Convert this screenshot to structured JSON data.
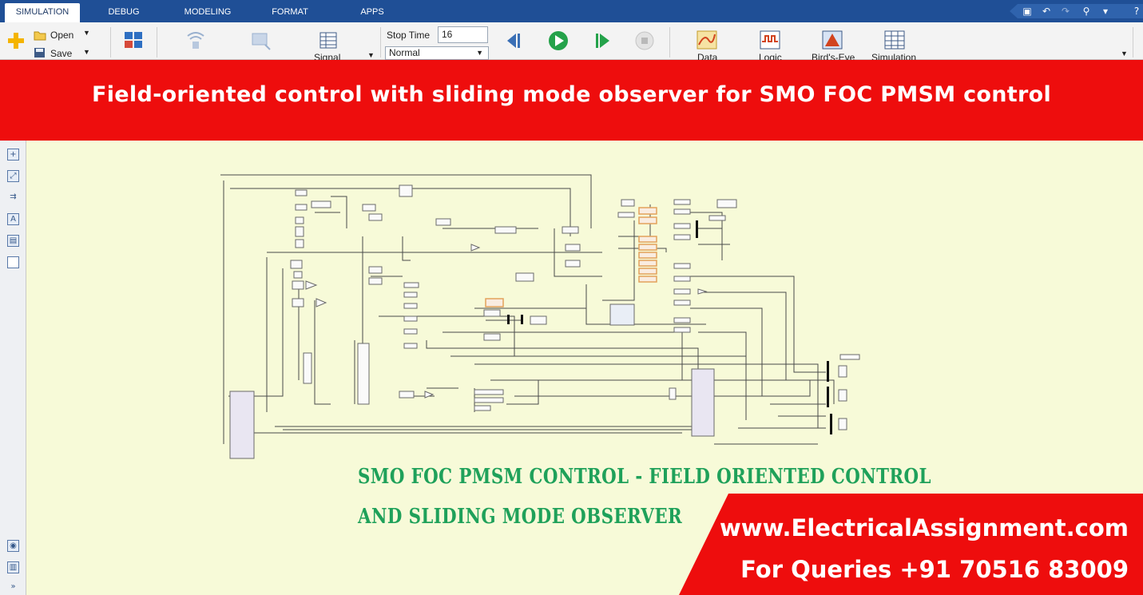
{
  "tabs": [
    "SIMULATION",
    "DEBUG",
    "MODELING",
    "FORMAT",
    "APPS"
  ],
  "toolstrip": {
    "open_label": "Open",
    "save_label": "Save",
    "signal_label": "Signal",
    "stop_time_label": "Stop Time",
    "stop_time_value": "16",
    "mode_value": "Normal",
    "data_label": "Data",
    "logic_label": "Logic",
    "birds_eye_label": "Bird's-Eye",
    "simulation_label": "Simulation"
  },
  "banner": {
    "title": "Field-oriented control with sliding mode observer for SMO FOC PMSM control"
  },
  "caption": {
    "line1": "SMO FOC PMSM CONTROL - FIELD ORIENTED CONTROL",
    "line2": "AND SLIDING MODE OBSERVER"
  },
  "promo": {
    "website": "www.ElectricalAssignment.com",
    "queries": "For Queries +91 70516 83009"
  },
  "colors": {
    "tabbar": "#1f4f96",
    "banner": "#ee0d0d",
    "canvas": "#f7fad8",
    "caption": "#1fa15a"
  }
}
